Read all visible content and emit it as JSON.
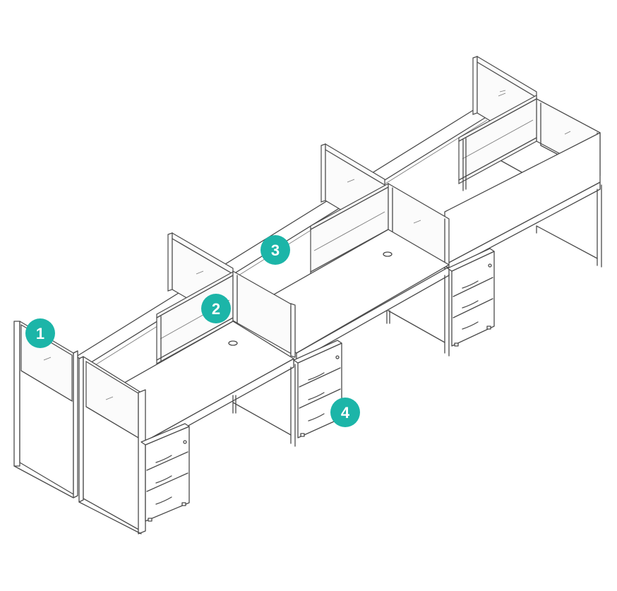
{
  "badge_color": "#1cb5a8",
  "badges": [
    {
      "label": "1"
    },
    {
      "label": "2"
    },
    {
      "label": "3"
    },
    {
      "label": "4"
    }
  ]
}
